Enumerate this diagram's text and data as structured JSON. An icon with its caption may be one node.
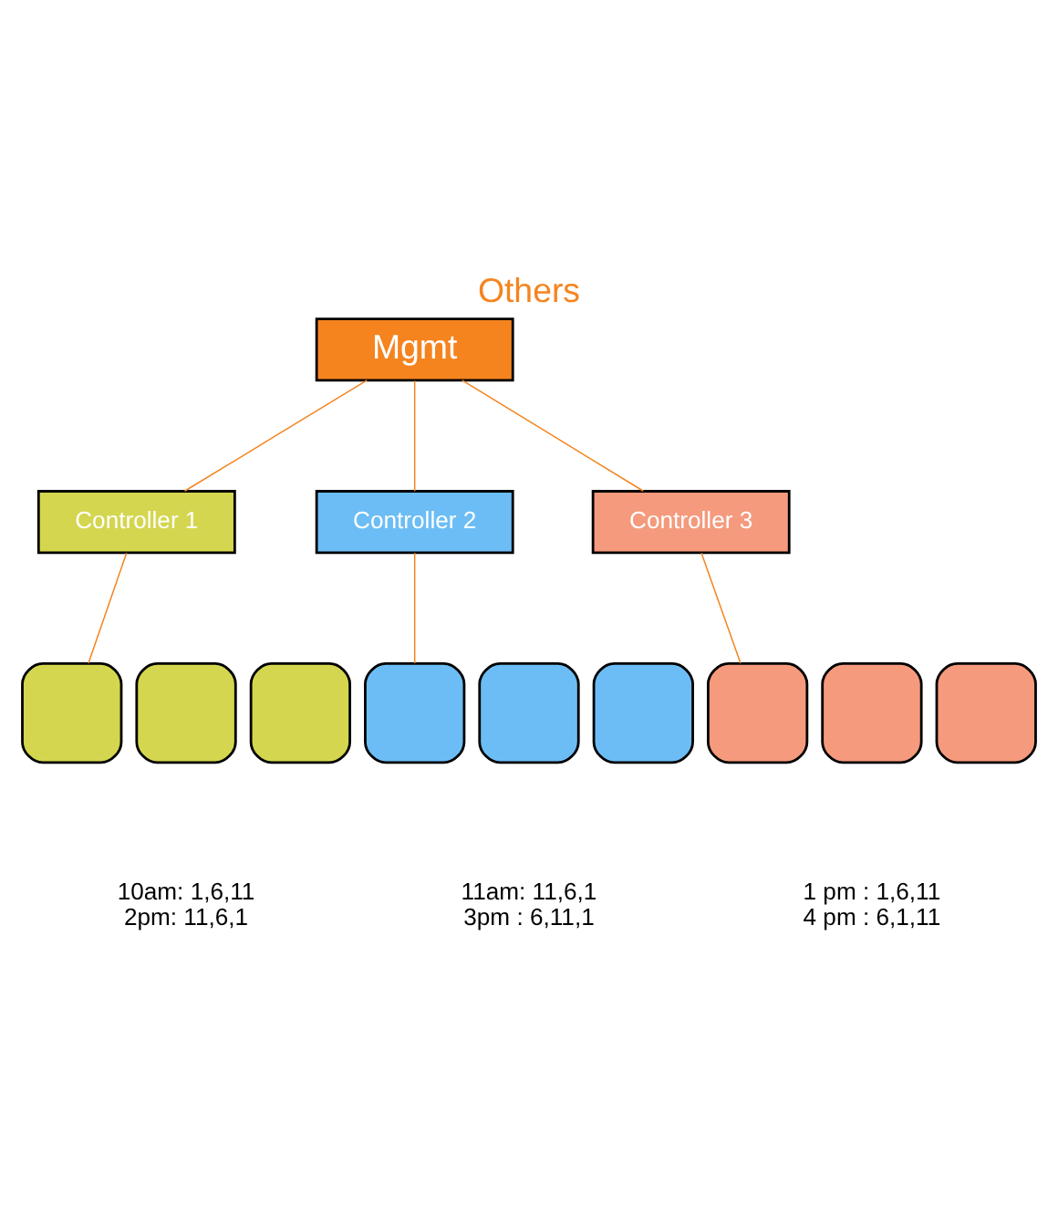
{
  "diagram": {
    "title": "Others",
    "nodes": [
      {
        "text": [
          "Mgmt"
        ]
      },
      {
        "text": [
          "Controller 1"
        ]
      },
      {
        "text": [
          "Controller 2"
        ]
      },
      {
        "text": [
          "Controller 3"
        ]
      },
      {
        "text": [],
        "shape": "box",
        "beside": [
          "10am: 1,6,11",
          "2pm: 11,6,1"
        ]
      },
      {
        "text": [],
        "shape": "box"
      },
      {
        "text": [],
        "shape": "box"
      },
      {
        "text": [],
        "shape": "box",
        "beside": [
          "11am: 11,6,1",
          "3pm : 6,11,1"
        ]
      },
      {
        "text": [],
        "shape": "box"
      },
      {
        "text": [],
        "shape": "box"
      },
      {
        "text": [],
        "shape": "box",
        "beside": [
          "1 pm : 1,6,11",
          "4 pm : 6,1,11"
        ]
      },
      {
        "text": [],
        "shape": "box"
      },
      {
        "text": [],
        "shape": "box"
      }
    ],
    "edges": [
      {
        "from": 0,
        "to": 1,
        "arrow": "none"
      },
      {
        "from": 0,
        "to": 2,
        "arrow": "none"
      },
      {
        "from": 0,
        "to": 3,
        "arrow": "none"
      },
      {
        "from": 1,
        "to": 4,
        "arrow": "none"
      },
      {
        "from": 2,
        "to": 7,
        "arrow": "none"
      },
      {
        "from": 3,
        "to": 10,
        "arrow": "none"
      }
    ]
  }
}
